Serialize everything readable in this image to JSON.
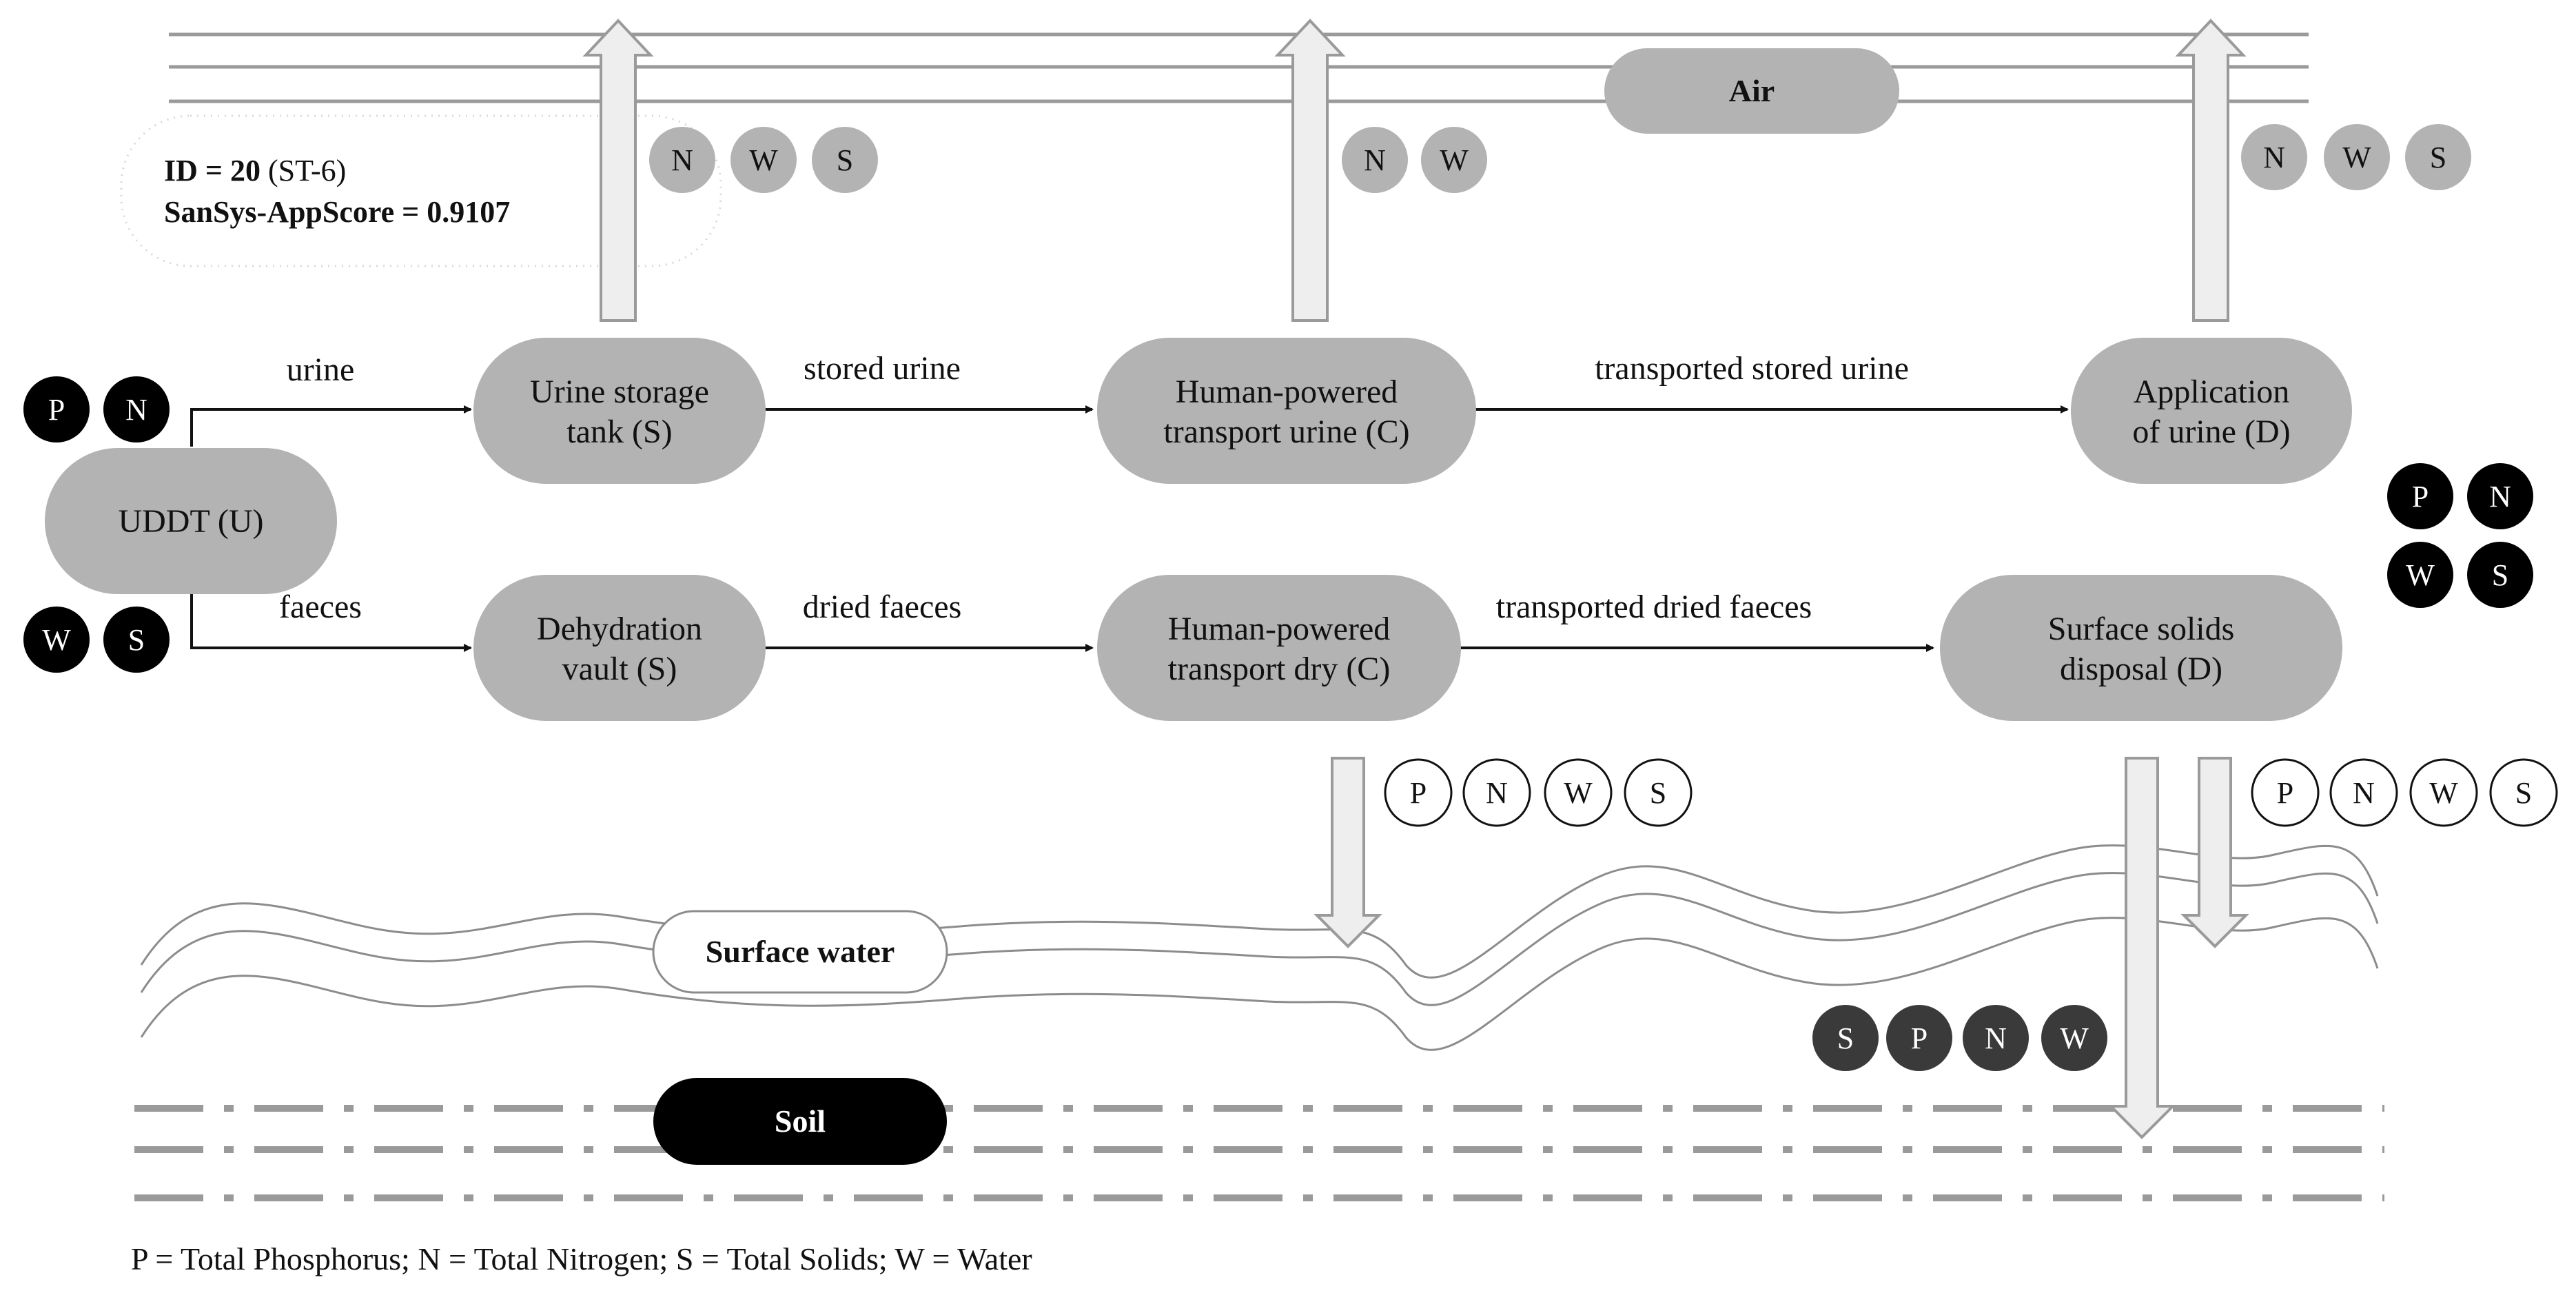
{
  "score": {
    "id_label": "ID = 20",
    "id_suffix": " (ST-6)",
    "score_label": "SanSys-AppScore = 0.9107"
  },
  "compartments": {
    "air": "Air",
    "surface_water": "Surface water",
    "soil": "Soil"
  },
  "nodes": {
    "uddt": "UDDT (U)",
    "urine_storage": [
      "Urine storage",
      "tank (S)"
    ],
    "hp_transport_urine": [
      "Human-powered",
      "transport urine (C)"
    ],
    "application_urine": [
      "Application",
      "of urine (D)"
    ],
    "dehydration_vault": [
      "Dehydration",
      "vault (S)"
    ],
    "hp_transport_dry": [
      "Human-powered",
      "transport dry (C)"
    ],
    "surface_solids": [
      "Surface solids",
      "disposal (D)"
    ]
  },
  "flows": {
    "urine": "urine",
    "faeces": "faeces",
    "stored_urine": "stored urine",
    "transported_stored_urine": "transported stored urine",
    "dried_faeces": "dried  faeces",
    "transported_dried_faeces": "transported dried faeces"
  },
  "badges": {
    "uddt_top": [
      "P",
      "N"
    ],
    "uddt_bottom": [
      "W",
      "S"
    ],
    "storage_air": [
      "N",
      "W",
      "S"
    ],
    "transport_air": [
      "N",
      "W"
    ],
    "application_air": [
      "N",
      "W",
      "S"
    ],
    "application_out_row1": [
      "P",
      "N"
    ],
    "application_out_row2": [
      "W",
      "S"
    ],
    "transport_dry_water": [
      "P",
      "N",
      "W",
      "S"
    ],
    "solids_water": [
      "P",
      "N",
      "W",
      "S"
    ],
    "solids_soil": [
      "S",
      "P",
      "N",
      "W"
    ]
  },
  "legend": "P = Total Phosphorus; N = Total Nitrogen; S = Total Solids; W = Water",
  "colors": {
    "node_fill": "#b3b3b3",
    "badge_black": "#000000",
    "badge_dark": "#3a3a3a",
    "badge_grey": "#b3b3b3",
    "arrow_fill": "#eeeeee",
    "line": "#9a9a9a"
  }
}
